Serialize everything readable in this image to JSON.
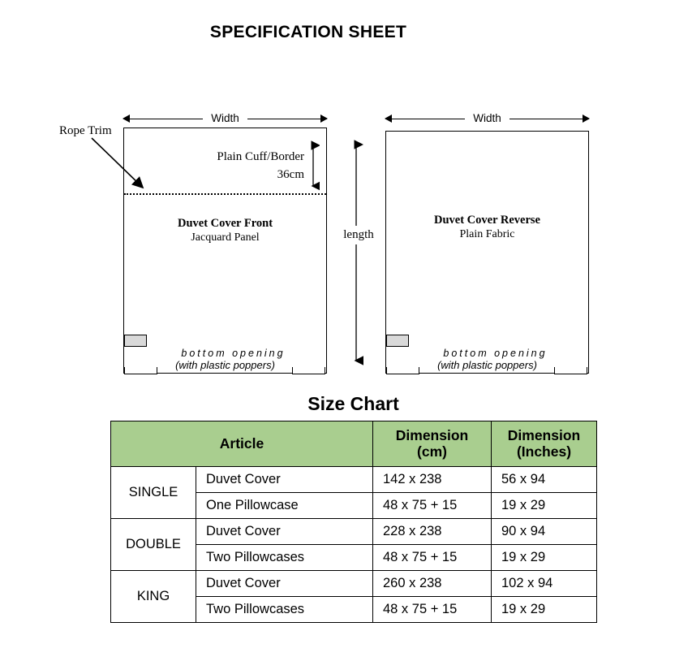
{
  "title": "SPECIFICATION SHEET",
  "diagrams": [
    {
      "id": "front",
      "width_label": "Width",
      "rope_trim_label": "Rope Trim",
      "cuff_label_line1": "Plain Cuff/Border",
      "cuff_label_line2": "36cm",
      "panel_title": "Duvet Cover Front",
      "panel_sub": "Jacquard Panel",
      "bottom_opening": "bottom opening",
      "bottom_sub": "(with plastic poppers)"
    },
    {
      "id": "reverse",
      "width_label": "Width",
      "panel_title": "Duvet Cover Reverse",
      "panel_sub": "Plain Fabric",
      "bottom_opening": "bottom opening",
      "bottom_sub": "(with plastic poppers)"
    }
  ],
  "length_label": "length",
  "size_chart": {
    "heading": "Size Chart",
    "header_color": "#a9ce8f",
    "columns": [
      "Article",
      "Dimension (cm)",
      "Dimension (Inches)"
    ],
    "headers": {
      "article": "Article",
      "dimension_cm_line1": "Dimension",
      "dimension_cm_line2": "(cm)",
      "dimension_in_line1": "Dimension",
      "dimension_in_line2": "(Inches)"
    },
    "rows": [
      {
        "size": "SINGLE",
        "items": [
          {
            "article": "Duvet Cover",
            "cm": "142 x 238",
            "inches": "56 x 94"
          },
          {
            "article": "One Pillowcase",
            "cm": "48 x 75 + 15",
            "inches": "19 x 29"
          }
        ]
      },
      {
        "size": "DOUBLE",
        "items": [
          {
            "article": "Duvet Cover",
            "cm": "228 x 238",
            "inches": "90 x 94"
          },
          {
            "article": "Two Pillowcases",
            "cm": "48 x 75 + 15",
            "inches": "19 x 29"
          }
        ]
      },
      {
        "size": "KING",
        "items": [
          {
            "article": "Duvet Cover",
            "cm": "260 x 238",
            "inches": "102 x 94"
          },
          {
            "article": "Two Pillowcases",
            "cm": "48 x 75 + 15",
            "inches": "19 x 29"
          }
        ]
      }
    ]
  }
}
